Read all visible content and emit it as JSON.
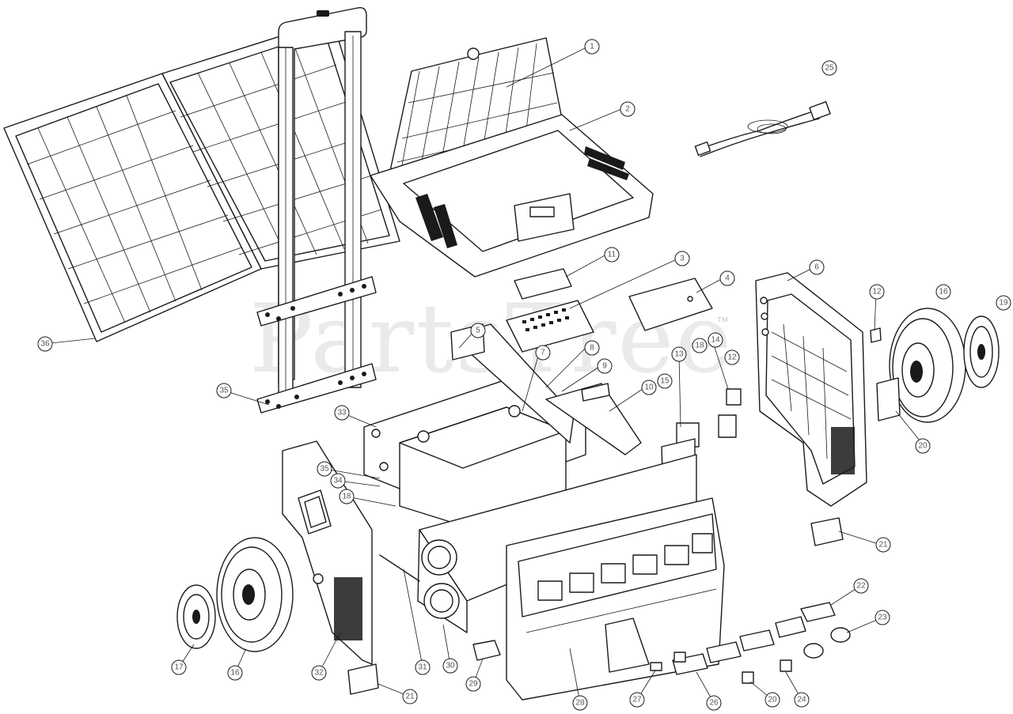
{
  "watermark": {
    "text": "PartsTree",
    "trademark": "™"
  },
  "callouts": [
    "1",
    "2",
    "3",
    "4",
    "5",
    "6",
    "7",
    "8",
    "9",
    "10",
    "11",
    "12",
    "13",
    "14",
    "15",
    "16",
    "17",
    "18",
    "19",
    "20",
    "21",
    "22",
    "23",
    "24",
    "25",
    "26",
    "27",
    "28",
    "29",
    "30",
    "31",
    "32",
    "33",
    "34",
    "35",
    "36"
  ]
}
